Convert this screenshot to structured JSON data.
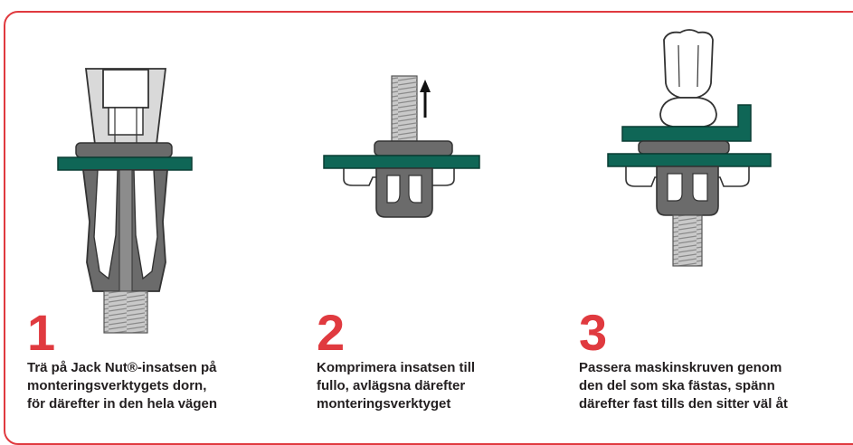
{
  "accent_color": "#e03a3f",
  "plate_color": "#0f6656",
  "steps": [
    {
      "number": "1",
      "caption_lines": [
        "Trä på Jack Nut®-insatsen på",
        "monteringsverktygets dorn,",
        "för därefter in den hela vägen"
      ],
      "illustration": "insert-on-mandrel"
    },
    {
      "number": "2",
      "caption_lines": [
        "Komprimera insatsen till",
        "fullo, avlägsna därefter",
        "monteringsverktyget"
      ],
      "illustration": "compress-insert",
      "arrow_icon": "arrow-up-icon"
    },
    {
      "number": "3",
      "caption_lines": [
        "Passera maskinskruven genom",
        "den del som ska fästas, spänn",
        "därefter fast tills den sitter väl åt"
      ],
      "illustration": "screw-fastening",
      "tool_icon": "screwdriver-icon"
    }
  ]
}
